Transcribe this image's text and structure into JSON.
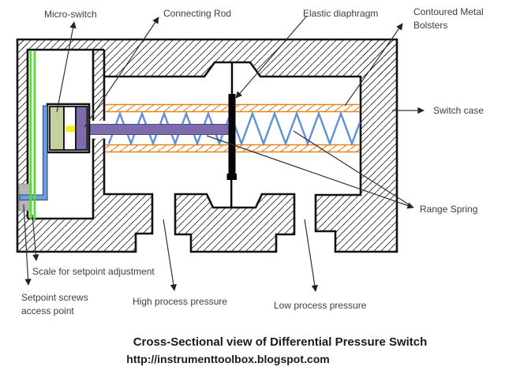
{
  "title": "Cross-Sectional view of Differential Pressure Switch",
  "url": "http://instrumenttoolbox.blogspot.com",
  "labels": {
    "micro_switch": "Micro-switch",
    "connecting_rod": "Connecting Rod",
    "elastic_diaphragm": "Elastic diaphragm",
    "contoured_metal_bolsters": "Contoured Metal Bolsters",
    "switch_case": "Switch case",
    "range_spring": "Range Spring",
    "scale_setpoint": "Scale for setpoint adjustment",
    "setpoint_screws": "Setpoint screws access point",
    "high_pressure": "High process pressure",
    "low_pressure": "Low process pressure"
  },
  "colors": {
    "hatch": "#2a2a2a",
    "outline": "#111111",
    "bolster_orange": "#e8821e",
    "spring_blue": "#6090d8",
    "rod_purple": "#7d6bac",
    "rod_edge": "#54468a",
    "olive": "#c5d0a0",
    "yellow": "#f6ef12",
    "blue_strip": "#6f9ed8",
    "blue_edge": "#24457e",
    "scale_green": "#4ce12a",
    "gray_block": "#b5b5b5",
    "leader": "#333333",
    "diaphragm_black": "#050505"
  }
}
